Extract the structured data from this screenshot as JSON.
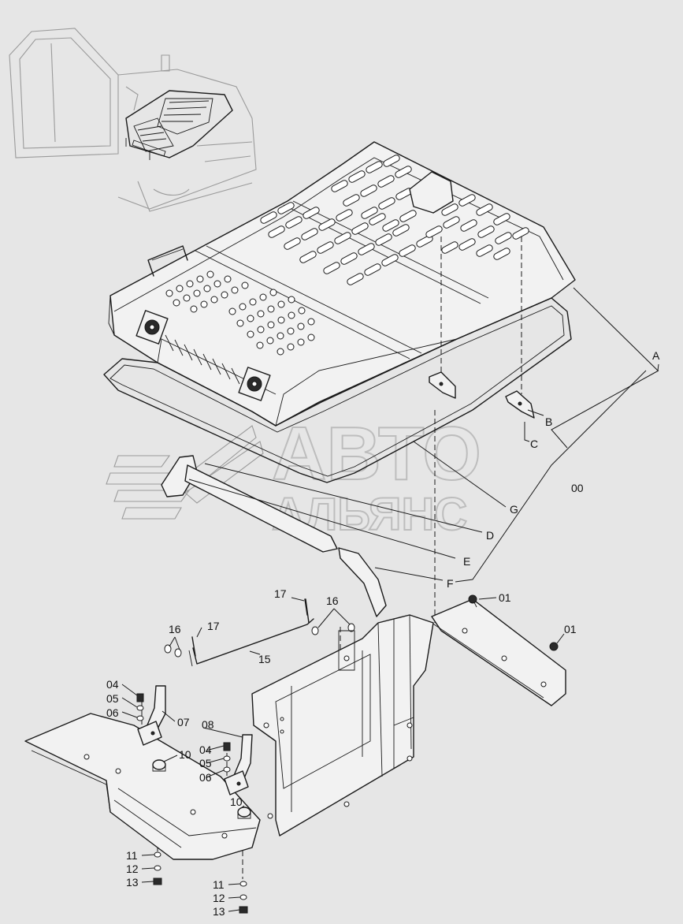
{
  "watermark": {
    "line1": "АВТО",
    "line2": "АЛЬЯНС"
  },
  "callouts": {
    "A": "A",
    "B": "B",
    "C": "C",
    "D": "D",
    "E": "E",
    "F": "F",
    "G": "G",
    "p00": "00",
    "p01a": "01",
    "p01b": "01",
    "p04a": "04",
    "p05a": "05",
    "p06a": "06",
    "p07": "07",
    "p08": "08",
    "p04b": "04",
    "p05b": "05",
    "p06b": "06",
    "p10a": "10",
    "p10b": "10",
    "p11a": "11",
    "p12a": "12",
    "p13a": "13",
    "p11b": "11",
    "p12b": "12",
    "p13b": "13",
    "p15": "15",
    "p16a": "16",
    "p16b": "16",
    "p17a": "17",
    "p17b": "17"
  },
  "colors": {
    "background": "#e6e6e6",
    "line": "#1a1a1a",
    "watermark": "#bdbdbd"
  }
}
